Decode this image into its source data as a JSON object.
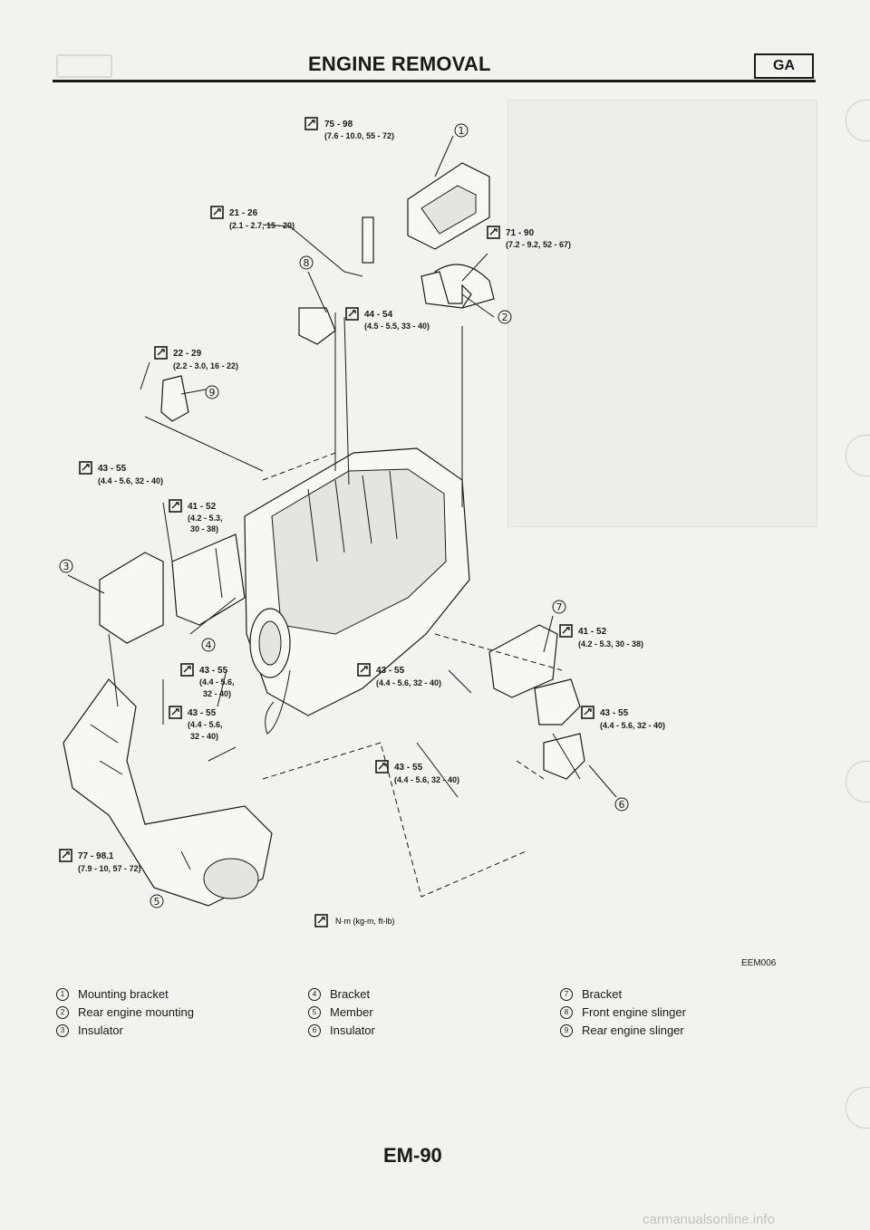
{
  "header": {
    "title": "ENGINE REMOVAL",
    "badge": "GA"
  },
  "diagram": {
    "unit_symbol_label": "N·m (kg-m, ft-lb)",
    "figure_code": "EEM006",
    "torques": [
      {
        "main": "75 - 98",
        "sub": "(7.6 - 10.0, 55 - 72)"
      },
      {
        "main": "21 - 26",
        "sub": "(2.1 - 2.7, 15 - 20)"
      },
      {
        "main": "71 - 90",
        "sub": "(7.2 - 9.2, 52 - 67)"
      },
      {
        "main": "44 - 54",
        "sub": "(4.5 - 5.5, 33 - 40)"
      },
      {
        "main": "22 - 29",
        "sub": "(2.2 - 3.0, 16 - 22)"
      },
      {
        "main": "43 - 55",
        "sub": "(4.4 - 5.6, 32 - 40)"
      },
      {
        "main": "41 - 52",
        "sub": "(4.2 - 5.3,",
        "sub2": "30 - 38)"
      },
      {
        "main": "41 - 52",
        "sub": "(4.2 - 5.3, 30 - 38)"
      },
      {
        "main": "43 - 55",
        "sub": "(4.4 - 5.6,",
        "sub2": "32 - 40)"
      },
      {
        "main": "43 - 55",
        "sub": "(4.4 - 5.6, 32 - 40)"
      },
      {
        "main": "43 - 55",
        "sub": "(4.4 - 5.6,",
        "sub2": "32 - 40)"
      },
      {
        "main": "43 - 55",
        "sub": "(4.4 - 5.6, 32 - 40)"
      },
      {
        "main": "43 - 55",
        "sub": "(4.4 - 5.6, 32 - 40)"
      },
      {
        "main": "77 - 98.1",
        "sub": "(7.9 - 10, 57 - 72)"
      }
    ],
    "callouts": [
      "1",
      "2",
      "3",
      "4",
      "5",
      "6",
      "7",
      "8",
      "9"
    ]
  },
  "legend": [
    {
      "num": "1",
      "label": "Mounting bracket"
    },
    {
      "num": "2",
      "label": "Rear engine mounting"
    },
    {
      "num": "3",
      "label": "Insulator"
    },
    {
      "num": "4",
      "label": "Bracket"
    },
    {
      "num": "5",
      "label": "Member"
    },
    {
      "num": "6",
      "label": "Insulator"
    },
    {
      "num": "7",
      "label": "Bracket"
    },
    {
      "num": "8",
      "label": "Front engine slinger"
    },
    {
      "num": "9",
      "label": "Rear engine slinger"
    }
  ],
  "page_number": "EM-90",
  "watermark": "carmanualsonline.info"
}
